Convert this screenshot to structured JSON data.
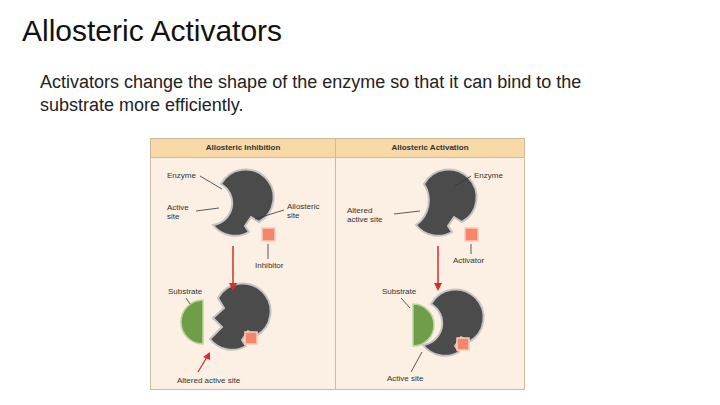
{
  "diagram": {
    "title": "Allosteric Activators",
    "caption": "Activators change the shape of the enzyme so that it can bind to the substrate more efficiently.",
    "nodes": [
      {
        "text": [
          "Allosteric Inhibition"
        ]
      },
      {
        "text": [
          "Allosteric Activation"
        ]
      }
    ],
    "labels": [
      "Enzyme",
      "Active site",
      "Allosteric site",
      "Inhibitor",
      "Substrate",
      "Altered active site",
      "Enzyme",
      "Altered active site",
      "Activator",
      "Substrate",
      "Active site"
    ]
  }
}
